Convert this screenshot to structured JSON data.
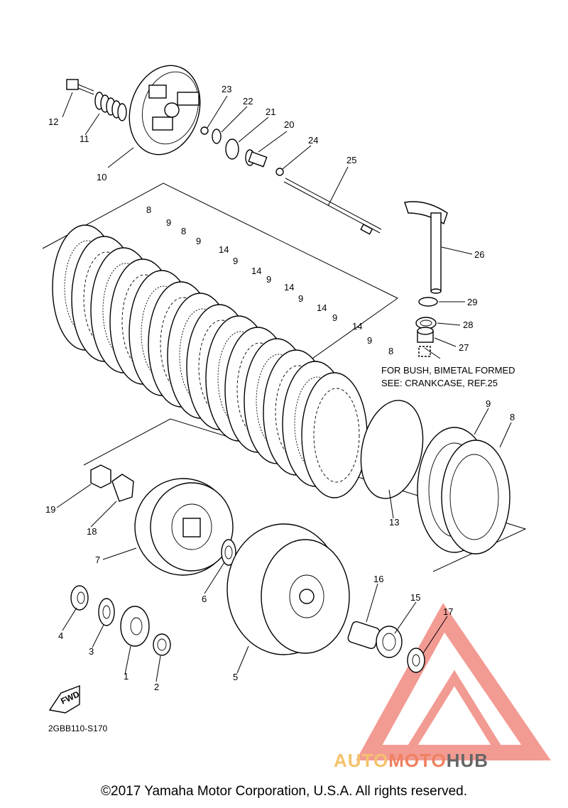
{
  "callouts": [
    "1",
    "2",
    "3",
    "4",
    "5",
    "6",
    "7",
    "8",
    "9",
    "10",
    "11",
    "12",
    "13",
    "14",
    "15",
    "16",
    "17",
    "18",
    "19",
    "20",
    "21",
    "22",
    "23",
    "24",
    "25",
    "26",
    "27",
    "28",
    "29"
  ],
  "note": {
    "line1": "FOR BUSH, BIMETAL FORMED",
    "line2": "SEE: CRANKCASE, REF.25"
  },
  "fwd_label": "FWD",
  "diagram_code": "2GBB110-S170",
  "copyright": "©2017 Yamaha Motor Corporation, U.S.A. All rights reserved.",
  "watermark": {
    "part1": "AUTO",
    "part2": "MOTO",
    "part3": "HUB"
  },
  "colors": {
    "watermark_red": "#e94b3c",
    "watermark_orange": "#f5c26b",
    "watermark_gray": "#666666"
  }
}
